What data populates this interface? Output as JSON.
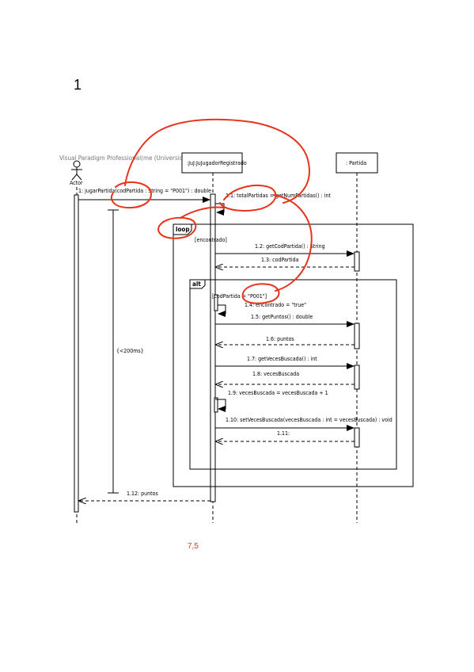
{
  "page": {
    "number": "1",
    "grade": "7,5"
  },
  "watermark": "Visual Paradigm Professional(me (Universidad Alfonso X))",
  "lifelines": {
    "actor": "Actor",
    "jugador": ":JuJ:JuJugadorRegistrado",
    "partida": ": Partida"
  },
  "fragments": {
    "loop_label": "loop",
    "loop_guard": "[encontrado]",
    "alt_label": "alt",
    "alt_guard": "[codPartida = \"P001\"]"
  },
  "constraint": "{<200ms}",
  "messages": {
    "m1": "1: jugarPartida(codPartida : String = \"P001\") : double",
    "m1_1": "1.1: totalPartidas = getNumPartidas() : int",
    "m1_2": "1.2: getCodPartida() : String",
    "m1_3": "1.3: codPartida",
    "m1_4": "1.4: encontrado = \"true\"",
    "m1_5": "1.5: getPuntos() : double",
    "m1_6": "1.6: puntos",
    "m1_7": "1.7: getVecesBuscada() : int",
    "m1_8": "1.8: vecesBuscada",
    "m1_9": "1.9: vecesBuscada = vecesBuscada + 1",
    "m1_10": "1.10: setVecesBuscada(vecesBuscada : int = vecesBuscada) : void",
    "m1_11": "1.11:",
    "m1_12": "1.12: puntos"
  },
  "colors": {
    "annotation": "#e8331c",
    "line": "#000000"
  }
}
